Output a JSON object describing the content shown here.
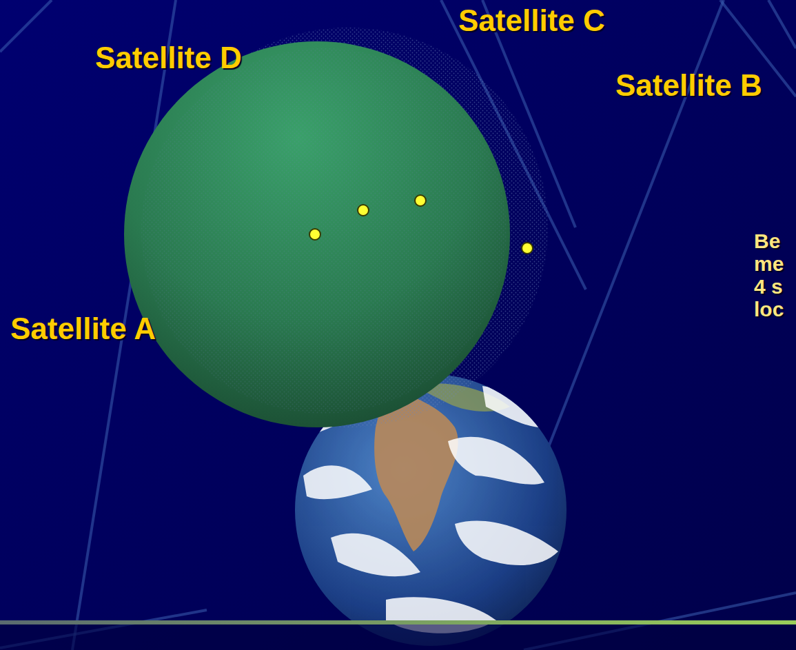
{
  "diagram": {
    "labels": [
      "Satellite C",
      "Satellite D",
      "Satellite B",
      "Satellite A",
      "Be me 4 s loc"
    ]
  }
}
